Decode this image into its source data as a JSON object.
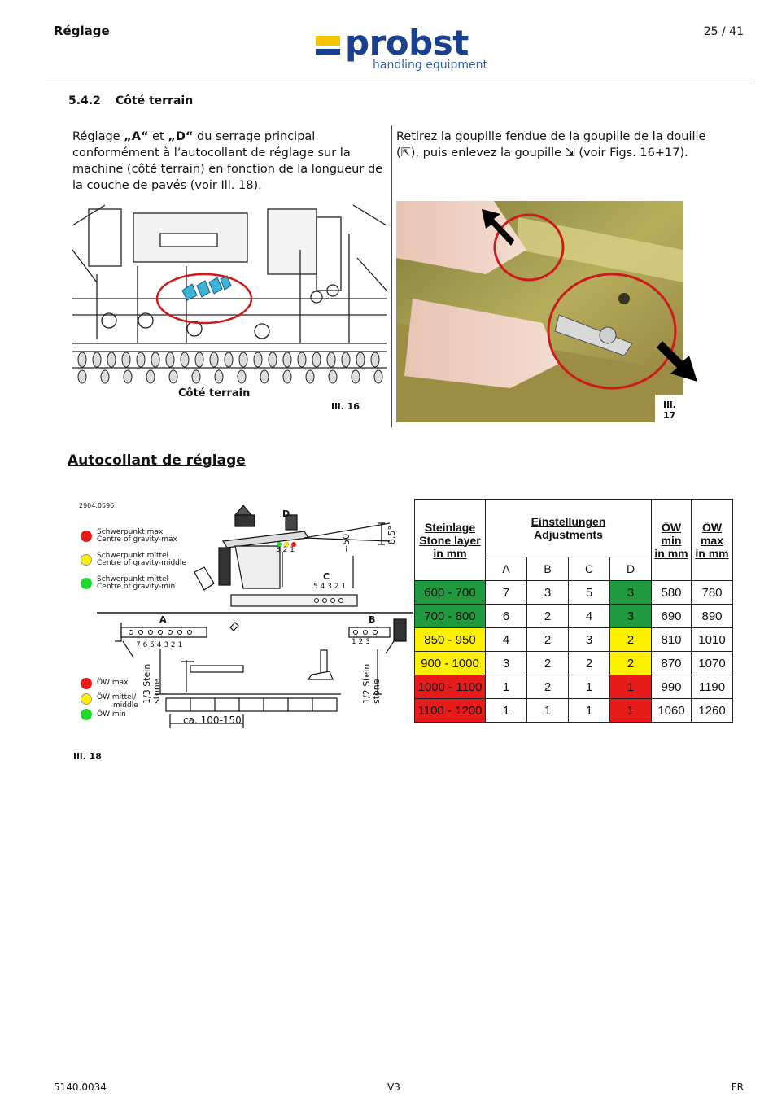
{
  "header": {
    "chapter": "Réglage",
    "page": "25 / 41",
    "logo_brand": "probst",
    "logo_tagline": "handling equipment"
  },
  "section": {
    "number": "5.4.2",
    "title": "Côté terrain"
  },
  "left_text": {
    "pre_a": "Réglage ",
    "a": "„A“",
    "mid": " et ",
    "d": "„D“",
    "post": " du serrage principal conformément à l’autocollant de réglage sur la machine (côté terrain) en fonction de la longueur de la couche de pavés (voir Ill. 18)."
  },
  "right_text": "Retirez la goupille fendue de la goupille de la douille (⇱), puis enlevez la goupille ⇲ (voir Figs. 16+17).",
  "fig16": {
    "label": "Côté terrain",
    "caption": "Ill. 16"
  },
  "fig17": {
    "caption": "Ill. 17"
  },
  "sticker_title": "Autocollant de réglage",
  "fig18": {
    "caption": "Ill. 18",
    "part_no": "2904.0596",
    "legend_top": [
      {
        "color": "#e81b1b",
        "line1": "Schwerpunkt max",
        "line2": "Centre of gravity-max"
      },
      {
        "color": "#fff000",
        "line1": "Schwerpunkt mittel",
        "line2": "Centre of gravity-middle"
      },
      {
        "color": "#1f9a3f",
        "line1": "Schwerpunkt mittel",
        "line2": "Centre of gravity-min"
      }
    ],
    "legend_bottom": [
      {
        "color": "#e81b1b",
        "line1": "ÖW max",
        "line2": ""
      },
      {
        "color": "#fff000",
        "line1": "ÖW mittel/",
        "line2": "middle"
      },
      {
        "color": "#1f9a3f",
        "line1": "ÖW min",
        "line2": ""
      }
    ],
    "label_A": "A",
    "label_B": "B",
    "label_C": "C",
    "label_D": "D",
    "scale_A": "7 6 5 4 3 2 1",
    "scale_B": "1 2 3",
    "scale_C": "5 4 3 2 1",
    "scale_D": "3 2 1",
    "dim_50": "~50",
    "angle": "8,5°",
    "stone_third": "1/3 Stein stone",
    "stone_half": "1/2 Stein stone",
    "width_note": "ca. 100-150"
  },
  "table": {
    "head_layer": [
      "Steinlage",
      "Stone layer",
      "in mm"
    ],
    "head_adj": [
      "Einstellungen",
      "Adjustments"
    ],
    "head_owmin": [
      "ÖW min",
      "in mm"
    ],
    "head_owmax": [
      "ÖW max",
      "in mm"
    ],
    "cols": [
      "A",
      "B",
      "C",
      "D"
    ],
    "rows": [
      {
        "layer": "600 - 700",
        "a": "7",
        "b": "3",
        "c": "5",
        "d": "3",
        "min": "580",
        "max": "780",
        "color": "g"
      },
      {
        "layer": "700 - 800",
        "a": "6",
        "b": "2",
        "c": "4",
        "d": "3",
        "min": "690",
        "max": "890",
        "color": "g"
      },
      {
        "layer": "850 - 950",
        "a": "4",
        "b": "2",
        "c": "3",
        "d": "2",
        "min": "810",
        "max": "1010",
        "color": "y"
      },
      {
        "layer": "900 - 1000",
        "a": "3",
        "b": "2",
        "c": "2",
        "d": "2",
        "min": "870",
        "max": "1070",
        "color": "y"
      },
      {
        "layer": "1000 - 1100",
        "a": "1",
        "b": "2",
        "c": "1",
        "d": "1",
        "min": "990",
        "max": "1190",
        "color": "r"
      },
      {
        "layer": "1100 - 1200",
        "a": "1",
        "b": "1",
        "c": "1",
        "d": "1",
        "min": "1060",
        "max": "1260",
        "color": "r"
      }
    ]
  },
  "footer": {
    "doc_no": "5140.0034",
    "version": "V3",
    "lang": "FR"
  }
}
